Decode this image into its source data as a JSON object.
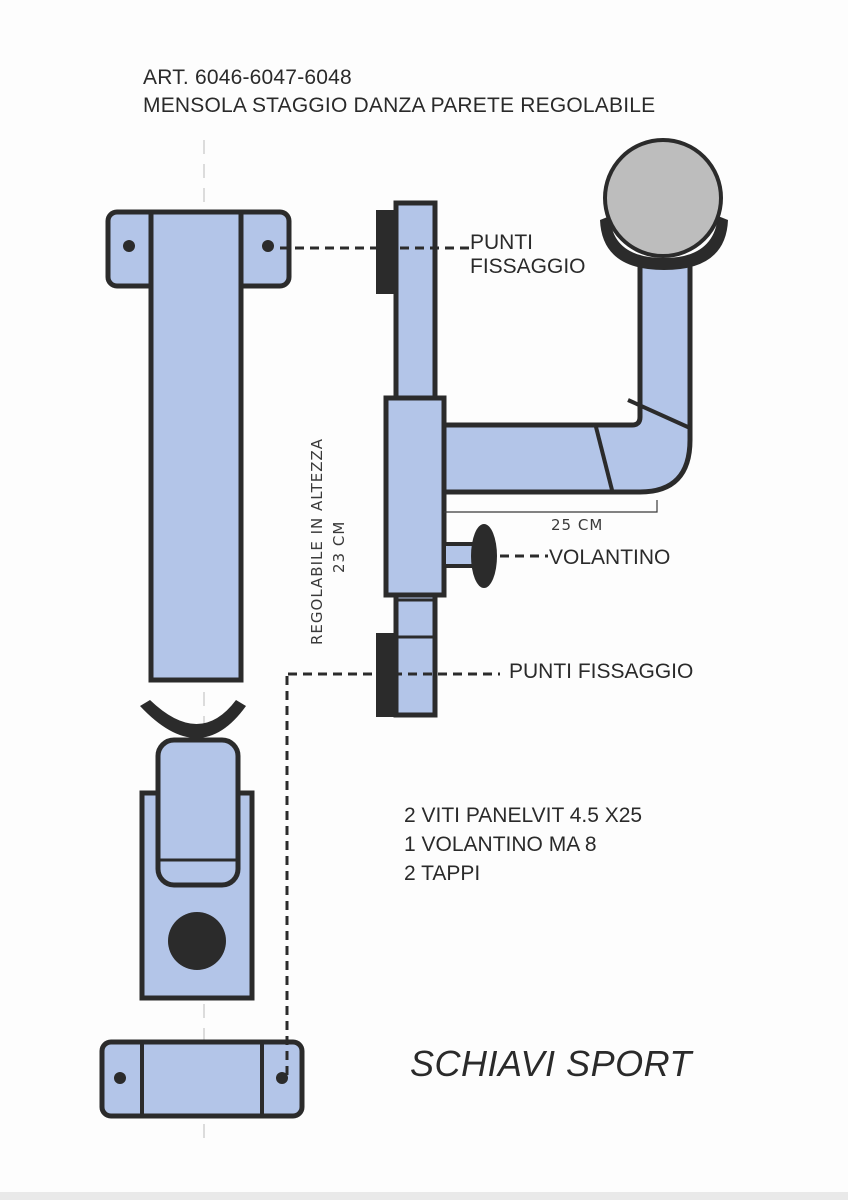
{
  "header": {
    "article": "ART. 6046-6047-6048",
    "product": "MENSOLA STAGGIO DANZA PARETE REGOLABILE"
  },
  "annotations": {
    "punti_fissaggio_top_line1": "PUNTI",
    "punti_fissaggio_top_line2": "FISSAGGIO",
    "volantino": "VOLANTINO",
    "punti_fissaggio_bottom": "PUNTI FISSAGGIO",
    "height_adjust_line1": "REGOLABILE IN ALTEZZA",
    "height_adjust_line2": "23 CM",
    "arm_length": "25 CM"
  },
  "parts_list": {
    "items": [
      "2 VITI PANELVIT 4.5 X25",
      "1 VOLANTINO MA 8",
      "2 TAPPI"
    ]
  },
  "brand": "SCHIAVI SPORT",
  "colors": {
    "part_fill": "#b3c5e8",
    "outline": "#2b2b2b",
    "barre_grey": "#bdbdbd"
  }
}
